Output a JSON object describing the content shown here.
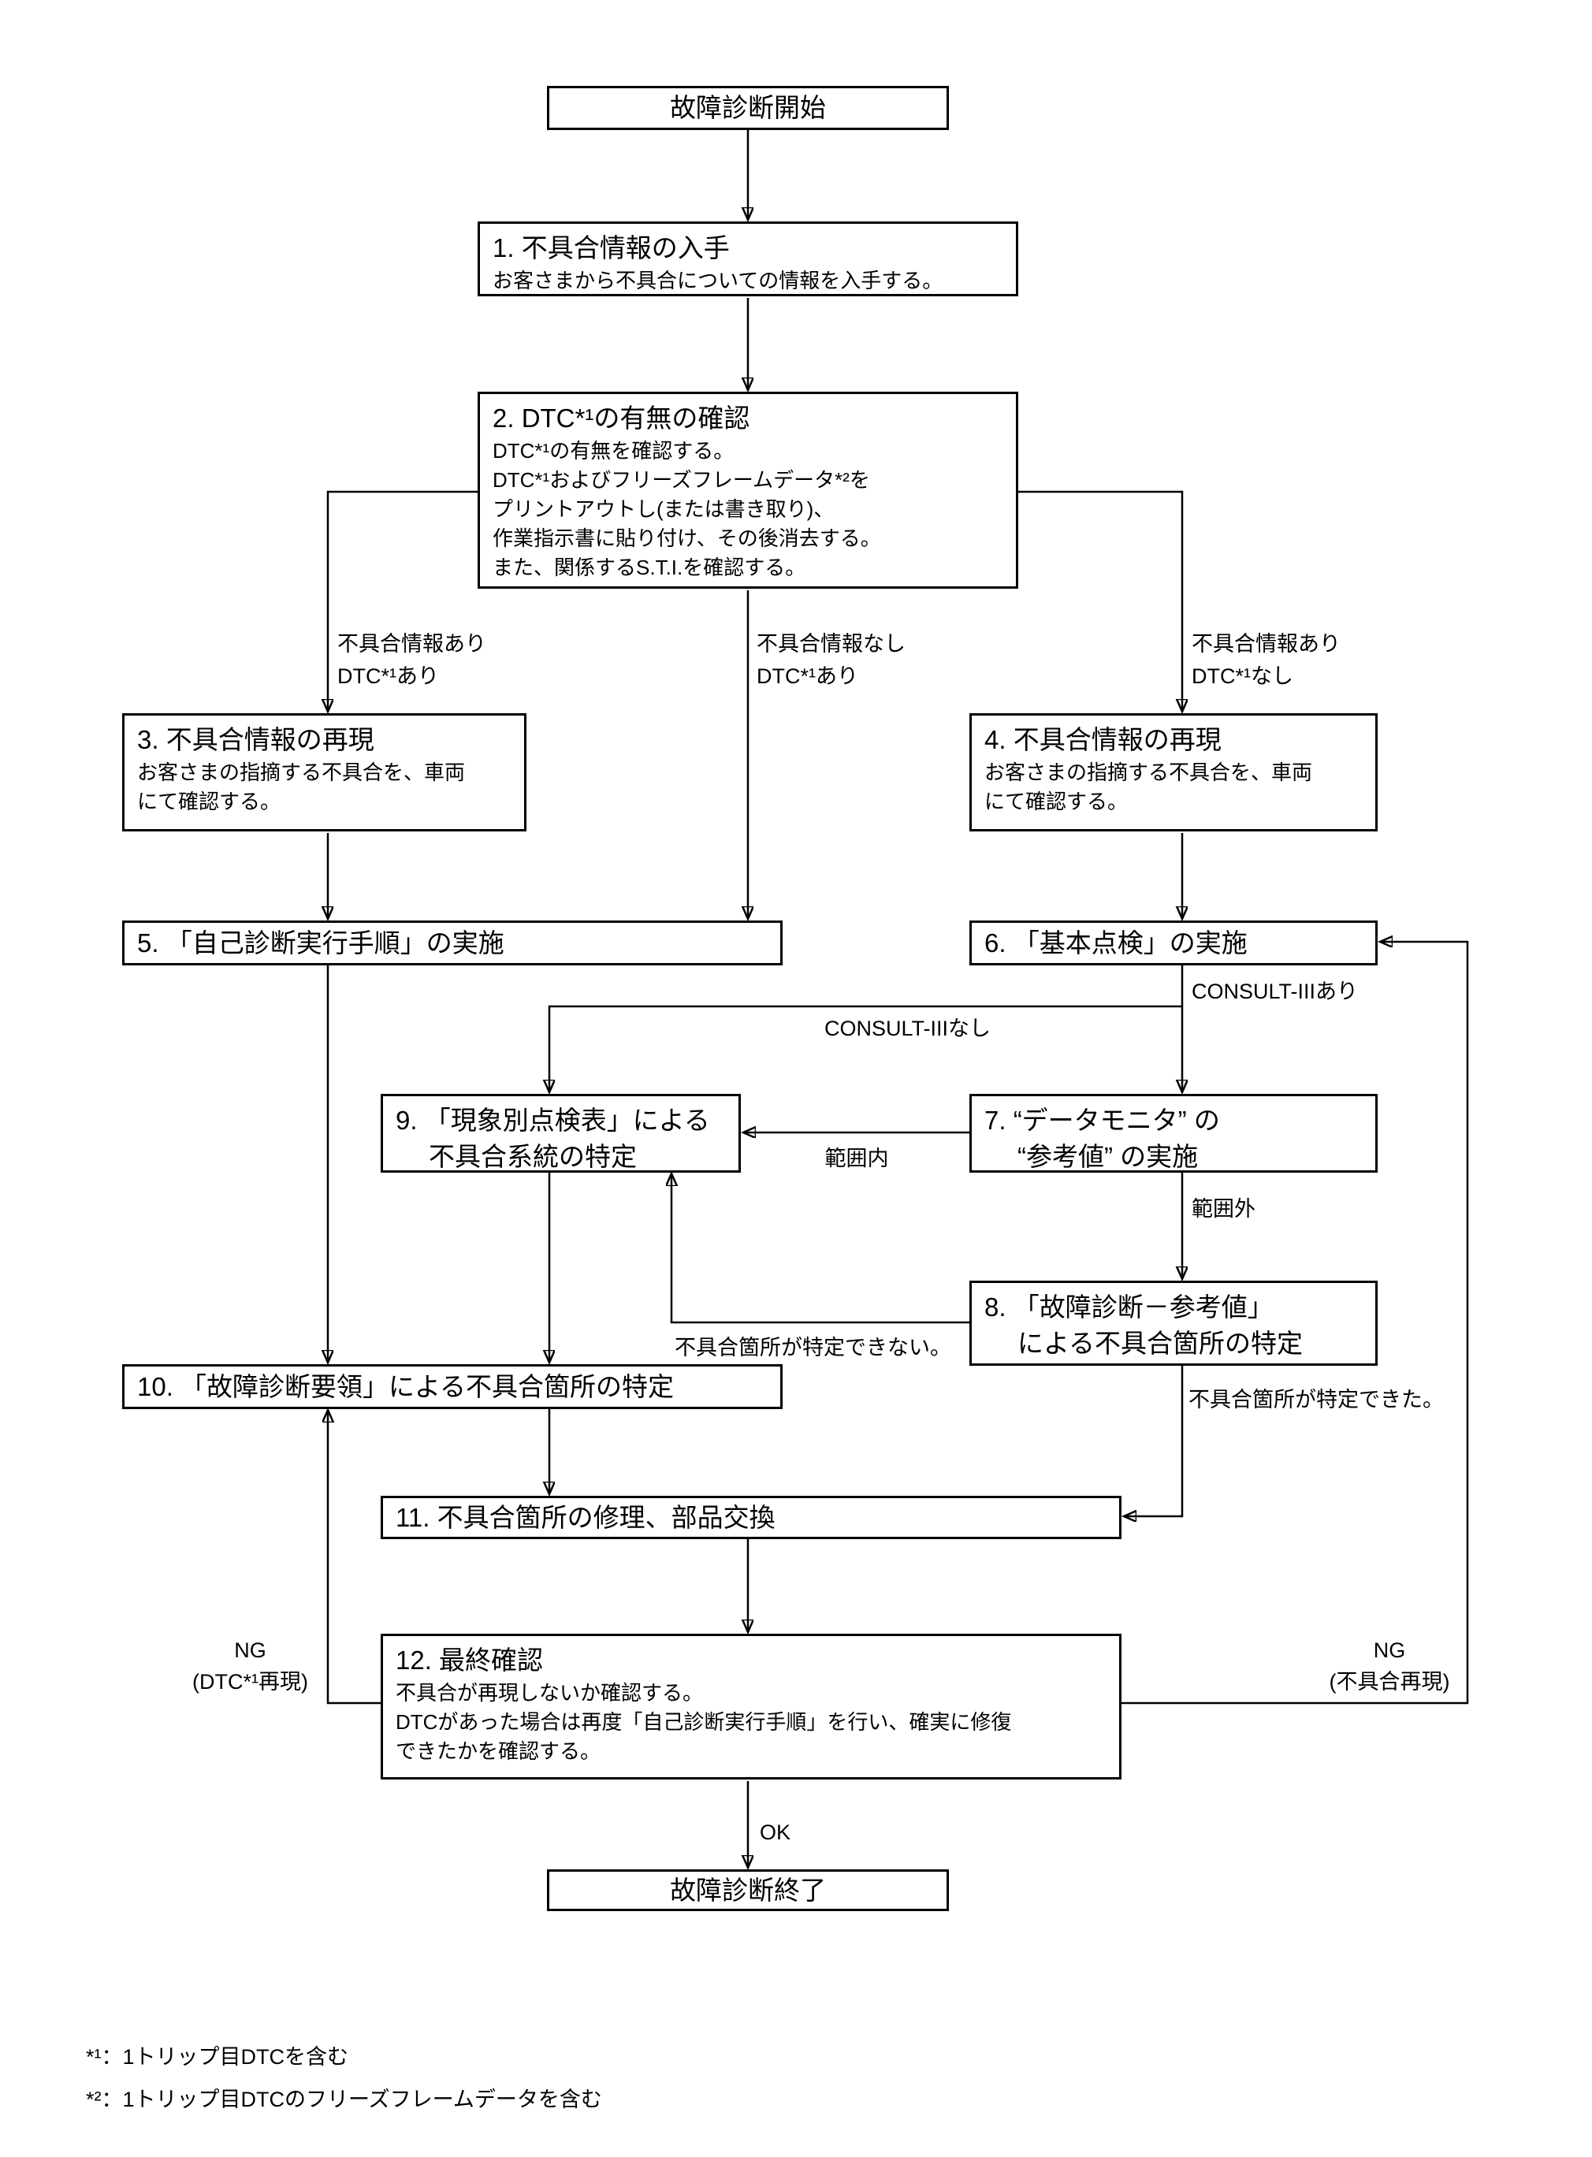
{
  "nodes": {
    "start": {
      "label": "故障診断開始"
    },
    "s1": {
      "title": "1. 不具合情報の入手",
      "b1": "お客さまから不具合についての情報を入手する。"
    },
    "s2": {
      "title": "2. DTC*¹の有無の確認",
      "b1": "DTC*¹の有無を確認する。",
      "b2": "DTC*¹およびフリーズフレームデータ*²を",
      "b3": "プリントアウトし(または書き取り)、",
      "b4": "作業指示書に貼り付け、その後消去する。",
      "b5": "また、関係するS.T.I.を確認する。"
    },
    "s3": {
      "title": "3. 不具合情報の再現",
      "b1": "お客さまの指摘する不具合を、車両",
      "b2": "にて確認する。"
    },
    "s4": {
      "title": "4. 不具合情報の再現",
      "b1": "お客さまの指摘する不具合を、車両",
      "b2": "にて確認する。"
    },
    "s5": {
      "title": "5. 「自己診断実行手順」の実施"
    },
    "s6": {
      "title": "6. 「基本点検」の実施"
    },
    "s7": {
      "l1": "7. “データモニタ” の",
      "l2": "“参考値” の実施"
    },
    "s8": {
      "l1": "8. 「故障診断－参考値」",
      "l2": "による不具合箇所の特定"
    },
    "s9": {
      "l1": "9. 「現象別点検表」による",
      "l2": "不具合系統の特定"
    },
    "s10": {
      "title": "10. 「故障診断要領」による不具合箇所の特定"
    },
    "s11": {
      "title": "11. 不具合箇所の修理、部品交換"
    },
    "s12": {
      "title": "12. 最終確認",
      "b1": "不具合が再現しないか確認する。",
      "b2": "DTCがあった場合は再度「自己診断実行手順」を行い、確実に修復",
      "b3": "できたかを確認する。"
    },
    "end": {
      "label": "故障診断終了"
    }
  },
  "edges": {
    "cond_left_1": "不具合情報あり",
    "cond_left_2": "DTC*¹あり",
    "cond_mid_1": "不具合情報なし",
    "cond_mid_2": "DTC*¹あり",
    "cond_right_1": "不具合情報あり",
    "cond_right_2": "DTC*¹なし",
    "consult_ari": "CONSULT-IIIあり",
    "consult_nashi": "CONSULT-IIIなし",
    "hani_nai": "範囲内",
    "hani_gai": "範囲外",
    "not_found": "不具合箇所が特定できない。",
    "found": "不具合箇所が特定できた。",
    "ng_left_1": "NG",
    "ng_left_2": "(DTC*¹再現)",
    "ng_right_1": "NG",
    "ng_right_2": "(不具合再現)",
    "ok": "OK"
  },
  "footnotes": {
    "f1": "*¹：1トリップ目DTCを含む",
    "f2": "*²：1トリップ目DTCのフリーズフレームデータを含む"
  }
}
